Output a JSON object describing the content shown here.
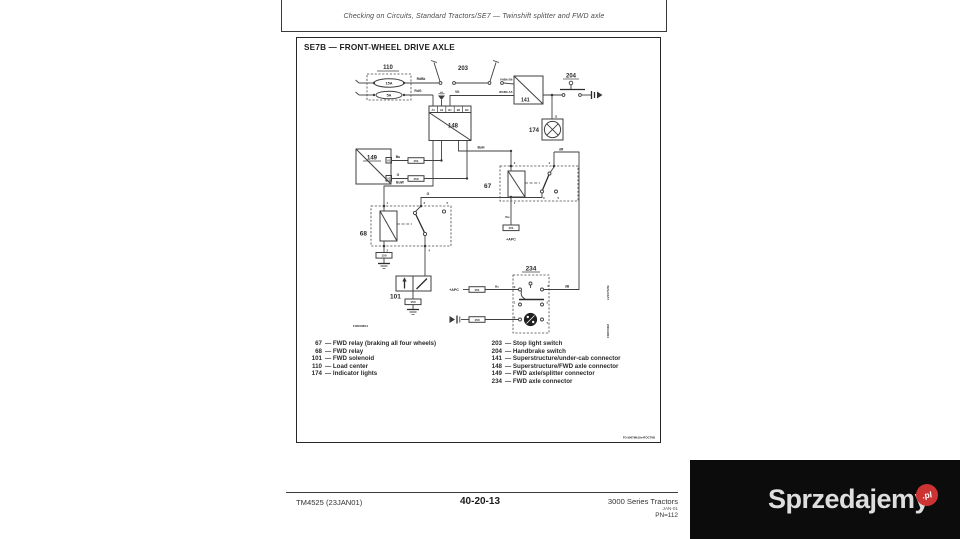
{
  "header": {
    "breadcrumb": "Checking on Circuits, Standard Tractors/SE7 — Twinshift splitter and FWD axle"
  },
  "diagram": {
    "title": "SE7B — FRONT-WHEEL DRIVE AXLE",
    "figure_id": "FOD008S1",
    "figure_ref": "FO 9907Mk19s4FOCT9B",
    "side_code_1": "LV10702M",
    "side_code_2": "FOD002M",
    "components": {
      "c110": "110",
      "c203": "203",
      "c204": "204",
      "c141": "141",
      "c148": "148",
      "c149": "149",
      "c174": "174",
      "c67": "67",
      "c68": "68",
      "c101": "101",
      "c234": "234"
    },
    "fuses": {
      "f1": "15A",
      "f2": "5A"
    },
    "wires": {
      "rdbk": "RdBk",
      "rdg": "RdG",
      "vlt": "Vlt",
      "vltbk": "VltBk B6",
      "whbk": "WhBk A5",
      "buh": "BuH",
      "buw": "BuW",
      "bu_149": "Bu",
      "g_149": "G",
      "g_67": "G",
      "bu_67": "Bu",
      "dr": "dR",
      "db": "dB",
      "bc": "Bc",
      "apc_67": "+APC",
      "apc_234": "+APC"
    },
    "connectors": {
      "c151": "151",
      "c150": "150"
    },
    "pins": {
      "p148": [
        "A1",
        "A2",
        "B1",
        "B2",
        "B3"
      ],
      "p149": [
        "A1",
        "A2"
      ],
      "p174": "11",
      "p67": {
        "p1": "1",
        "p2": "2",
        "p3": "3",
        "p4": "4",
        "p5": "5"
      },
      "p68": {
        "p1": "1",
        "p2": "2",
        "p3": "3",
        "p4": "4",
        "p5": "5"
      },
      "p234": {
        "p1": "1",
        "p2": "2",
        "p3": "3",
        "p4": "4",
        "p6": "6",
        "p7": "7"
      }
    }
  },
  "legend": {
    "left": [
      {
        "num": "67",
        "label": "— FWD relay (braking all four wheels)"
      },
      {
        "num": "68",
        "label": "— FWD relay"
      },
      {
        "num": "101",
        "label": "— FWD solenoid"
      },
      {
        "num": "110",
        "label": "— Load center"
      },
      {
        "num": "174",
        "label": "— Indicator lights"
      }
    ],
    "right": [
      {
        "num": "203",
        "label": "— Stop light switch"
      },
      {
        "num": "204",
        "label": "— Handbrake switch"
      },
      {
        "num": "141",
        "label": "— Superstructure/under-cab connector"
      },
      {
        "num": "148",
        "label": "— Superstructure/FWD axle connector"
      },
      {
        "num": "149",
        "label": "— FWD axle/splitter connector"
      },
      {
        "num": "234",
        "label": "— FWD axle connector"
      }
    ]
  },
  "footer": {
    "manual": "TM4525 (23JAN01)",
    "page": "40-20-13",
    "series": "3000 Series Tractors",
    "date_code": "JAN-01",
    "pn": "PN=112"
  },
  "watermark": {
    "brand": "Sprzedajemy",
    "tld": ".pl"
  }
}
